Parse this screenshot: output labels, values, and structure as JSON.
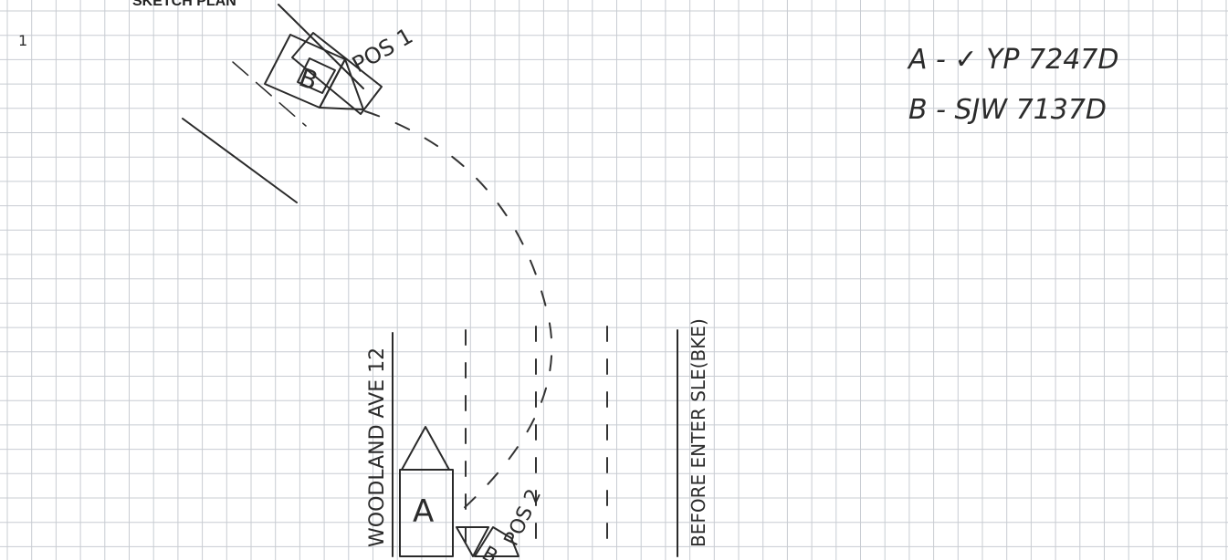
{
  "header": {
    "title": "SKETCH PLAN"
  },
  "sketch": {
    "margin_mark": "1",
    "legend": {
      "vehicle_a": "A - ✓ YP 7247D",
      "vehicle_b": "B - SJW 7137D"
    },
    "street_left": "WOODLAND AVE 12",
    "street_right": "BEFORE ENTER SLE(BKE)",
    "vehicle_a_label": "A",
    "vehicle_b_label": "B",
    "position_1": "POS 1",
    "position_2": "POS 2"
  }
}
